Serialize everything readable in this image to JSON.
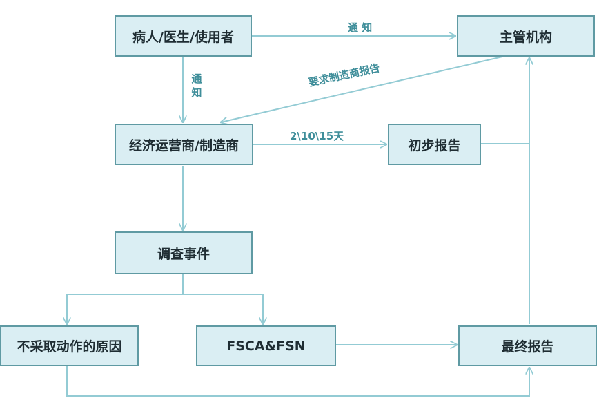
{
  "nodes": {
    "patient": "病人/医生/使用者",
    "authority": "主管机构",
    "operator": "经济运营商/制造商",
    "initial_report": "初步报告",
    "investigate": "调查事件",
    "no_action": "不采取动作的原因",
    "fsca": "FSCA&FSN",
    "final_report": "最终报告"
  },
  "labels": {
    "notify_horizontal": "通 知",
    "notify_vertical_1": "通",
    "notify_vertical_2": "知",
    "request_report": "要求制造商报告",
    "deadline": "2\\10\\15天"
  },
  "colors": {
    "box_fill": "#daeef3",
    "box_border": "#5f9aa3",
    "connector": "#93cbd4",
    "label_text": "#3f8e9a"
  }
}
